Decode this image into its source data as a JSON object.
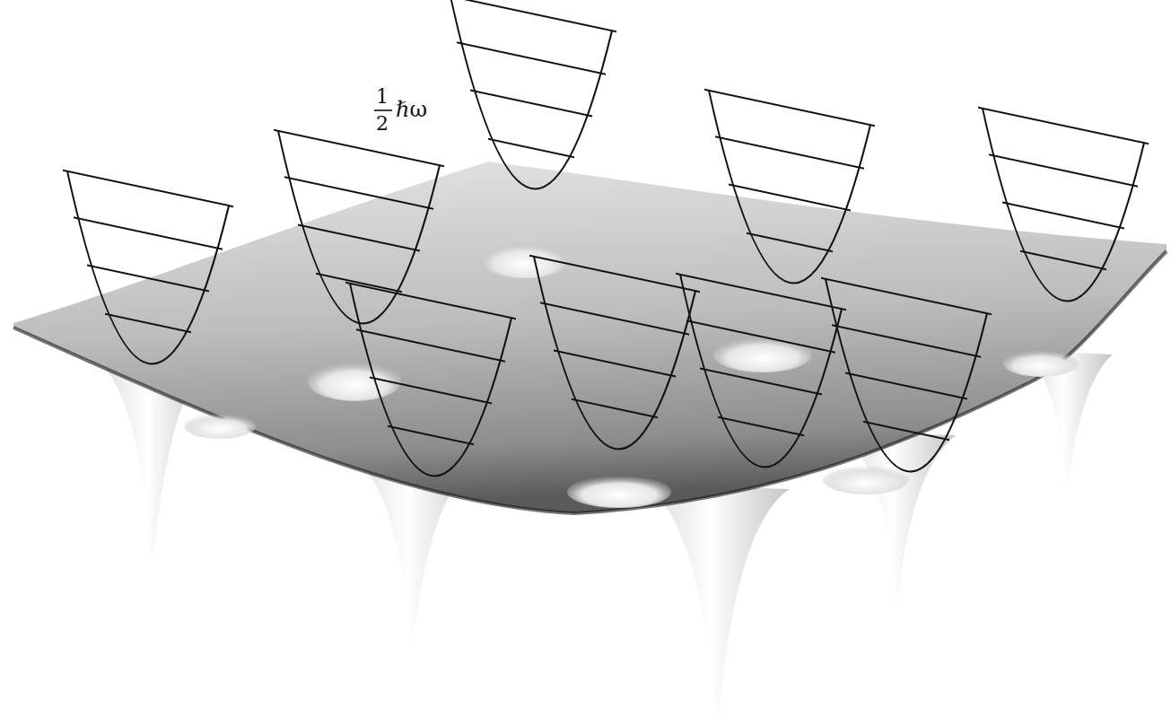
{
  "diagram": {
    "labels": [
      "1",
      "2",
      "ℏω"
    ]
  }
}
